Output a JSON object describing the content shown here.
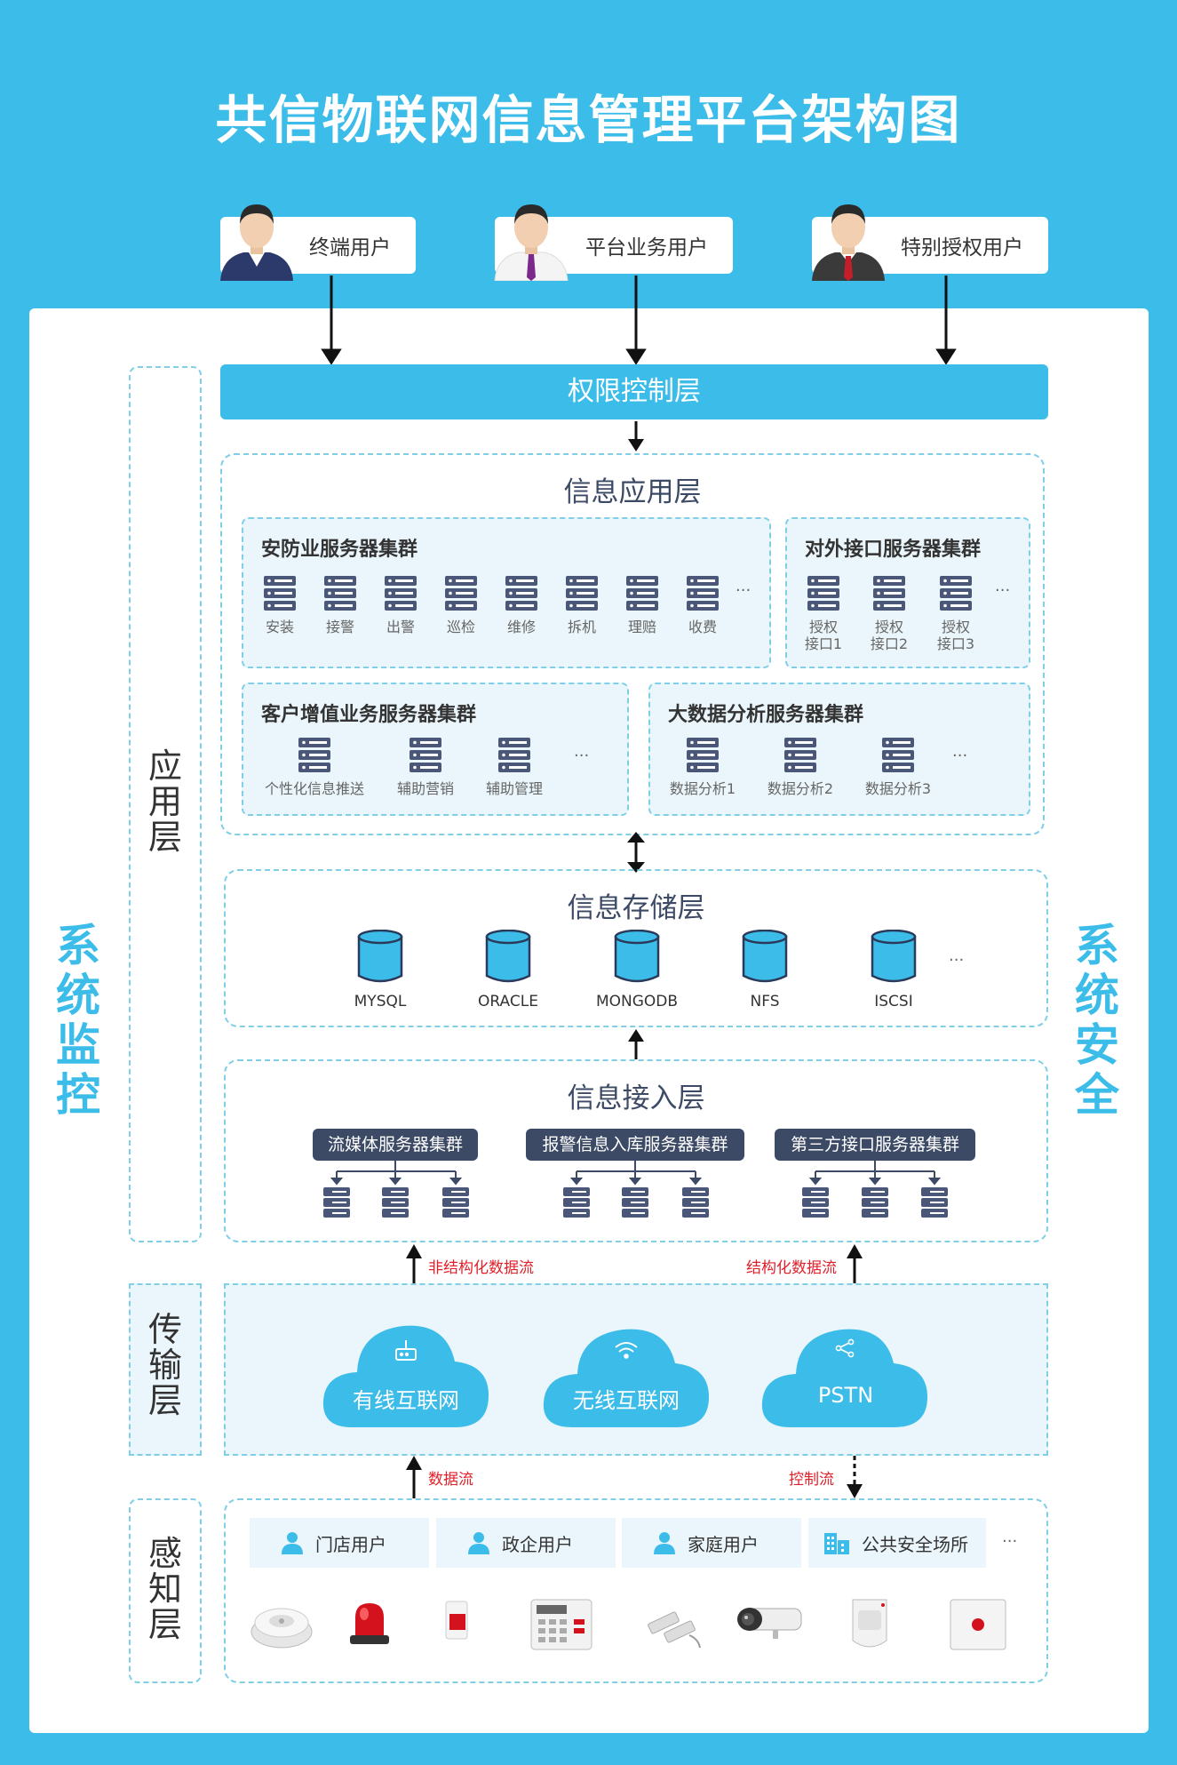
{
  "title": "共信物联网信息管理平台架构图",
  "users": [
    {
      "label": "终端用户"
    },
    {
      "label": "平台业务用户"
    },
    {
      "label": "特别授权用户"
    }
  ],
  "side": {
    "left": "系统监控",
    "right": "系统安全"
  },
  "tiers": {
    "app": "应用层",
    "transport": "传输层",
    "sense": "感知层"
  },
  "permission_layer": "权限控制层",
  "info_app": {
    "title": "信息应用层",
    "groups": [
      {
        "title": "安防业服务器集群",
        "items": [
          "安装",
          "接警",
          "出警",
          "巡检",
          "维修",
          "拆机",
          "理赔",
          "收费"
        ],
        "more": "···"
      },
      {
        "title": "对外接口服务器集群",
        "items": [
          "授权\n接口1",
          "授权\n接口2",
          "授权\n接口3"
        ],
        "more": "···"
      },
      {
        "title": "客户增值业务服务器集群",
        "items": [
          "个性化信息推送",
          "辅助营销",
          "辅助管理"
        ],
        "more": "···"
      },
      {
        "title": "大数据分析服务器集群",
        "items": [
          "数据分析1",
          "数据分析2",
          "数据分析3"
        ],
        "more": "···"
      }
    ]
  },
  "storage": {
    "title": "信息存储层",
    "dbs": [
      "MYSQL",
      "ORACLE",
      "MONGODB",
      "NFS",
      "ISCSI"
    ],
    "more": "···"
  },
  "access": {
    "title": "信息接入层",
    "clusters": [
      "流媒体服务器集群",
      "报警信息入库服务器集群",
      "第三方接口服务器集群"
    ]
  },
  "flows": {
    "unstructured": "非结构化数据流",
    "structured": "结构化数据流",
    "data": "数据流",
    "control": "控制流"
  },
  "networks": [
    "有线互联网",
    "无线互联网",
    "PSTN"
  ],
  "customers": [
    "门店用户",
    "政企用户",
    "家庭用户",
    "公共安全场所"
  ],
  "customers_more": "···",
  "devices": [
    "smoke-detector",
    "alarm-beacon",
    "siren",
    "keypad",
    "door-magnet",
    "camera",
    "pir-sensor",
    "panic-button"
  ],
  "colors": {
    "background": "#3bbce9",
    "dark": "#3c4a66",
    "flow_label": "#e0202a"
  }
}
